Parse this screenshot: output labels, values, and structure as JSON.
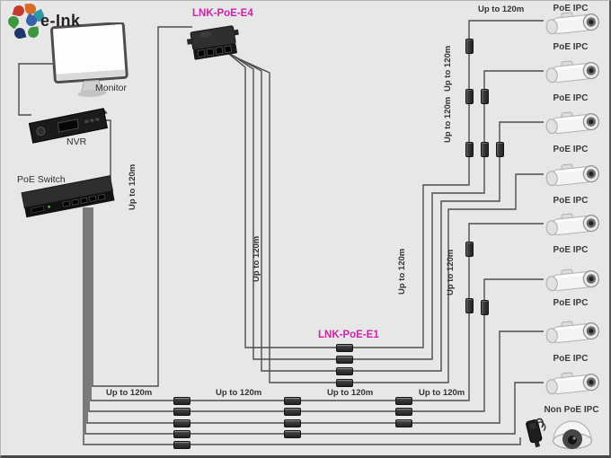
{
  "brand": {
    "name": "e-Ink"
  },
  "devices": {
    "monitor": "Monitor",
    "nvr": "NVR",
    "poe_switch": "PoE Switch",
    "extender_4port": "LNK-PoE-E4",
    "extender_1port": "LNK-PoE-E1"
  },
  "labels": {
    "distance": "Up to 120m",
    "poe_camera": "PoE IPC",
    "non_poe_camera": "Non PoE IPC"
  },
  "colors": {
    "model_label": "#cc22aa",
    "cable": "#4d4d4d",
    "background": "#e7e7e7"
  }
}
